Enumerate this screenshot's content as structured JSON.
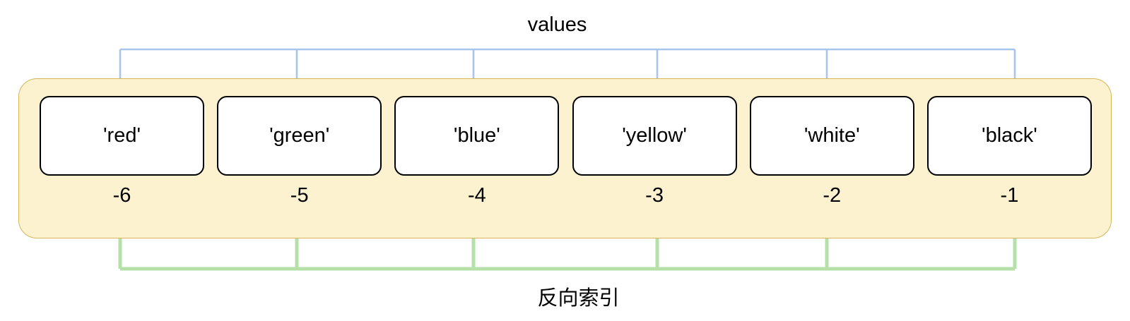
{
  "diagram": {
    "title_top": "values",
    "title_bottom": "反向索引",
    "colors": {
      "container_fill": "#FCF2CF",
      "container_border": "#D6B656",
      "cell_fill": "#FFFFFF",
      "cell_border": "#000000",
      "values_arrow": "#A9C4EB",
      "index_arrow": "#B5E0A8",
      "text": "#000000"
    },
    "cells": [
      {
        "value": "'red'",
        "index": "-6"
      },
      {
        "value": "'green'",
        "index": "-5"
      },
      {
        "value": "'blue'",
        "index": "-4"
      },
      {
        "value": "'yellow'",
        "index": "-3"
      },
      {
        "value": "'white'",
        "index": "-2"
      },
      {
        "value": "'black'",
        "index": "-1"
      }
    ]
  }
}
